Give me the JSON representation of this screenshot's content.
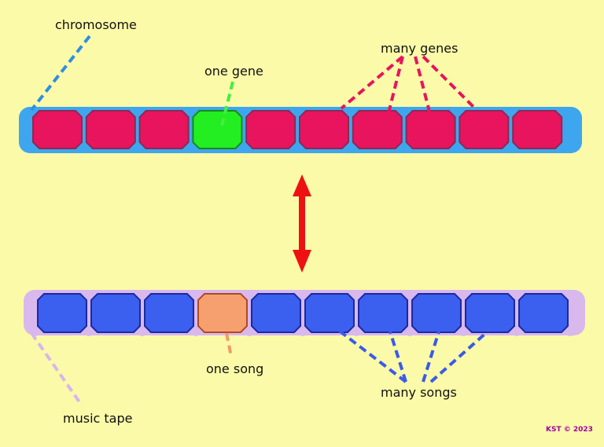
{
  "labels": {
    "chromosome": "chromosome",
    "one_gene": "one gene",
    "many_genes": "many genes",
    "one_song": "one song",
    "many_songs": "many songs",
    "music_tape": "music tape",
    "copyright": "KST © 2023"
  },
  "colors": {
    "background": "#fafaa8",
    "chromosome_strip": "#3ea6ee",
    "gene": "#e8145e",
    "gene_highlight": "#22ee22",
    "tape_strip": "#d9b8ee",
    "song": "#3b5fee",
    "song_highlight": "#f6a070",
    "arrow": "#ee1111",
    "chromosome_dash": "#2e8fe0",
    "gene_dash": "#44ee44",
    "genes_dash": "#e8145e",
    "song_dash": "#f39a6a",
    "songs_dash": "#3a5ae8",
    "tape_dash": "#d8b6ee",
    "copyright": "#a000a8"
  },
  "chromosome": {
    "segment_count": 10,
    "highlighted_index": 3
  },
  "tape": {
    "segment_count": 10,
    "highlighted_index": 3
  }
}
